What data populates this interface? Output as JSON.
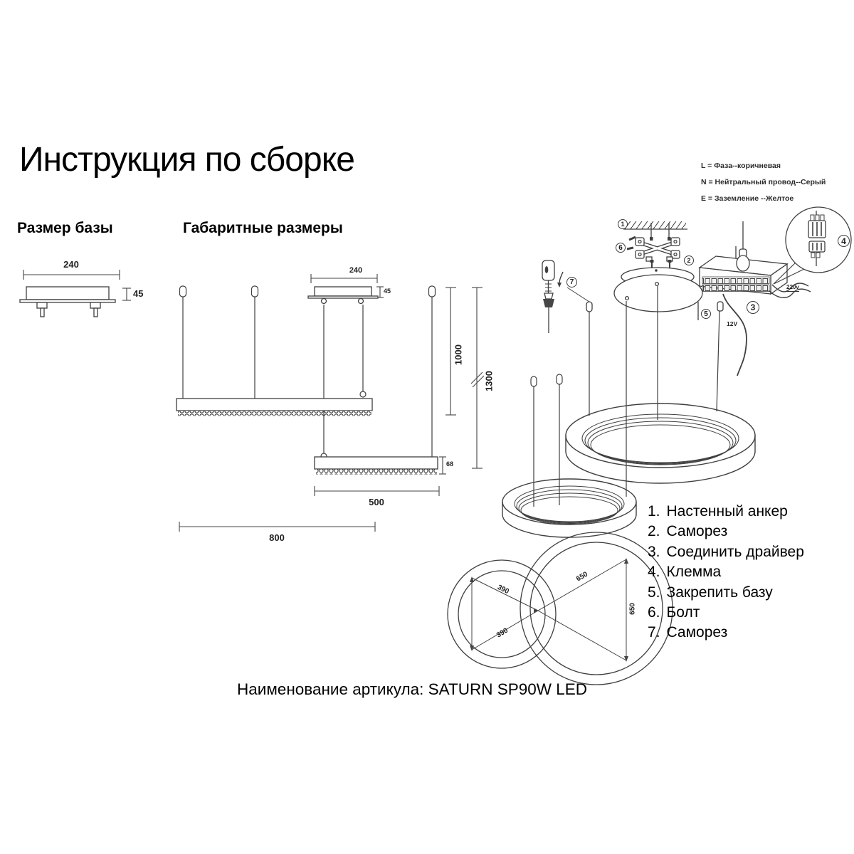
{
  "title": "Инструкция по сборке",
  "section_labels": {
    "base_size": "Размер базы",
    "overall_size": "Габаритные размеры"
  },
  "wiring_legend": {
    "phase": "L = Фаза--коричневая",
    "neutral": "N = Нейтральный провод--Серый",
    "ground": "E = Заземление --Желтое"
  },
  "dimensions": {
    "base_width": "240",
    "base_height": "45",
    "canopy_width": "240",
    "canopy_height": "45",
    "wire_drop": "1000",
    "total_height": "1300",
    "small_bar_height": "68",
    "small_bar_length": "500",
    "large_bar_length": "800",
    "small_ring_diameter_a": "390",
    "small_ring_diameter_b": "390",
    "large_ring_diameter_a": "650",
    "large_ring_diameter_b": "650"
  },
  "electrical": {
    "input": "220v",
    "output": "12V"
  },
  "callouts": [
    "1",
    "2",
    "3",
    "4",
    "5",
    "6",
    "7"
  ],
  "parts_list": {
    "items": [
      {
        "num": "1.",
        "label": "Настенный анкер"
      },
      {
        "num": "2.",
        "label": "Саморез"
      },
      {
        "num": "3.",
        "label": "Соединить драйвер"
      },
      {
        "num": "4.",
        "label": "Клемма"
      },
      {
        "num": "5.",
        "label": "Закрепить базу"
      },
      {
        "num": "6.",
        "label": "Болт"
      },
      {
        "num": "7.",
        "label": "Саморез"
      }
    ]
  },
  "footer": {
    "article": "Наименование артикула: SATURN SP90W LED"
  }
}
